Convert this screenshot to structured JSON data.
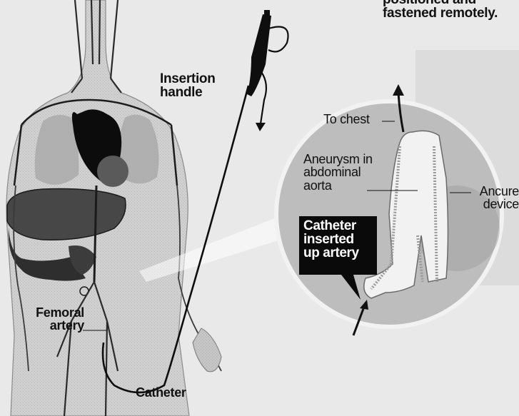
{
  "header_text": [
    "positioned and",
    "fastened remotely."
  ],
  "labels": {
    "insertion_handle": [
      "Insertion",
      "handle"
    ],
    "to_chest": "To chest",
    "aneurysm": [
      "Aneurysm in",
      "abdominal",
      "aorta"
    ],
    "ancure_device": [
      "Ancure",
      "device"
    ],
    "catheter_inserted": [
      "Catheter",
      "inserted",
      "up artery"
    ],
    "femoral_artery": [
      "Femoral",
      "artery"
    ],
    "catheter": "Catheter"
  },
  "colors": {
    "background": "#e9e9e9",
    "body_fill": "#d6d6d6",
    "organ_dark": "#2a2a2a",
    "heart_fill": "#0c0c0c",
    "lung_fill": "#9a9a9a",
    "liver_fill": "#474747",
    "callout_bg": "#0a0a0a",
    "callout_text": "#ffffff",
    "magnifier_fill": "#bdbdbd",
    "ink": "#111111"
  }
}
